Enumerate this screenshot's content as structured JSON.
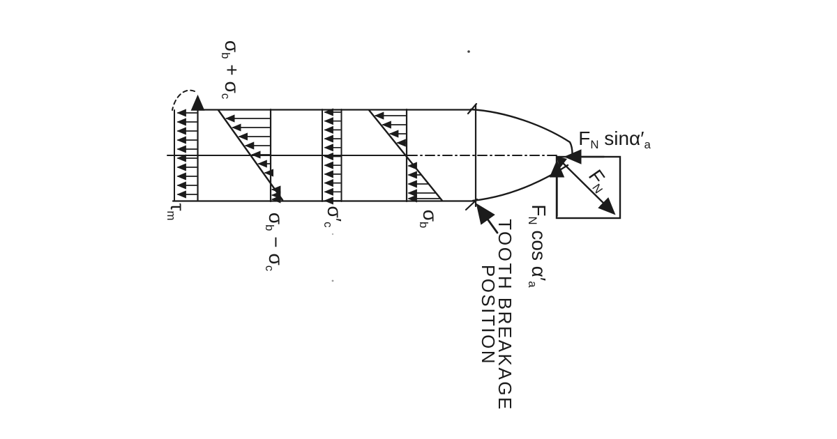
{
  "colors": {
    "ink": "#1b1b1b",
    "paper": "#ffffff"
  },
  "stress_labels": {
    "sigma_sum": {
      "g1": "σ",
      "s1": "b",
      "op": " + ",
      "g2": "σ",
      "s2": "c"
    },
    "tau_m": {
      "base": "τ",
      "sub": "m"
    },
    "sigma_diff": {
      "g1": "σ",
      "s1": "b",
      "op": " − ",
      "g2": "σ",
      "s2": "c"
    },
    "sigma_c_prime": {
      "g1": "σ′",
      "s1": "c"
    },
    "sigma_b": {
      "g1": "σ",
      "s1": "b"
    }
  },
  "force_labels": {
    "fn_sin": {
      "f": "F",
      "fs": "N",
      "rest": " sinα′",
      "asub": "a"
    },
    "fn_cos": {
      "f": "F",
      "fs": "N",
      "rest": " cos α′",
      "asub": "a"
    },
    "fn": {
      "f": "F",
      "fs": "N"
    }
  },
  "annotation": {
    "breakage_line1": "TOOTH BREAKAGE",
    "breakage_line2": "POSITION"
  }
}
